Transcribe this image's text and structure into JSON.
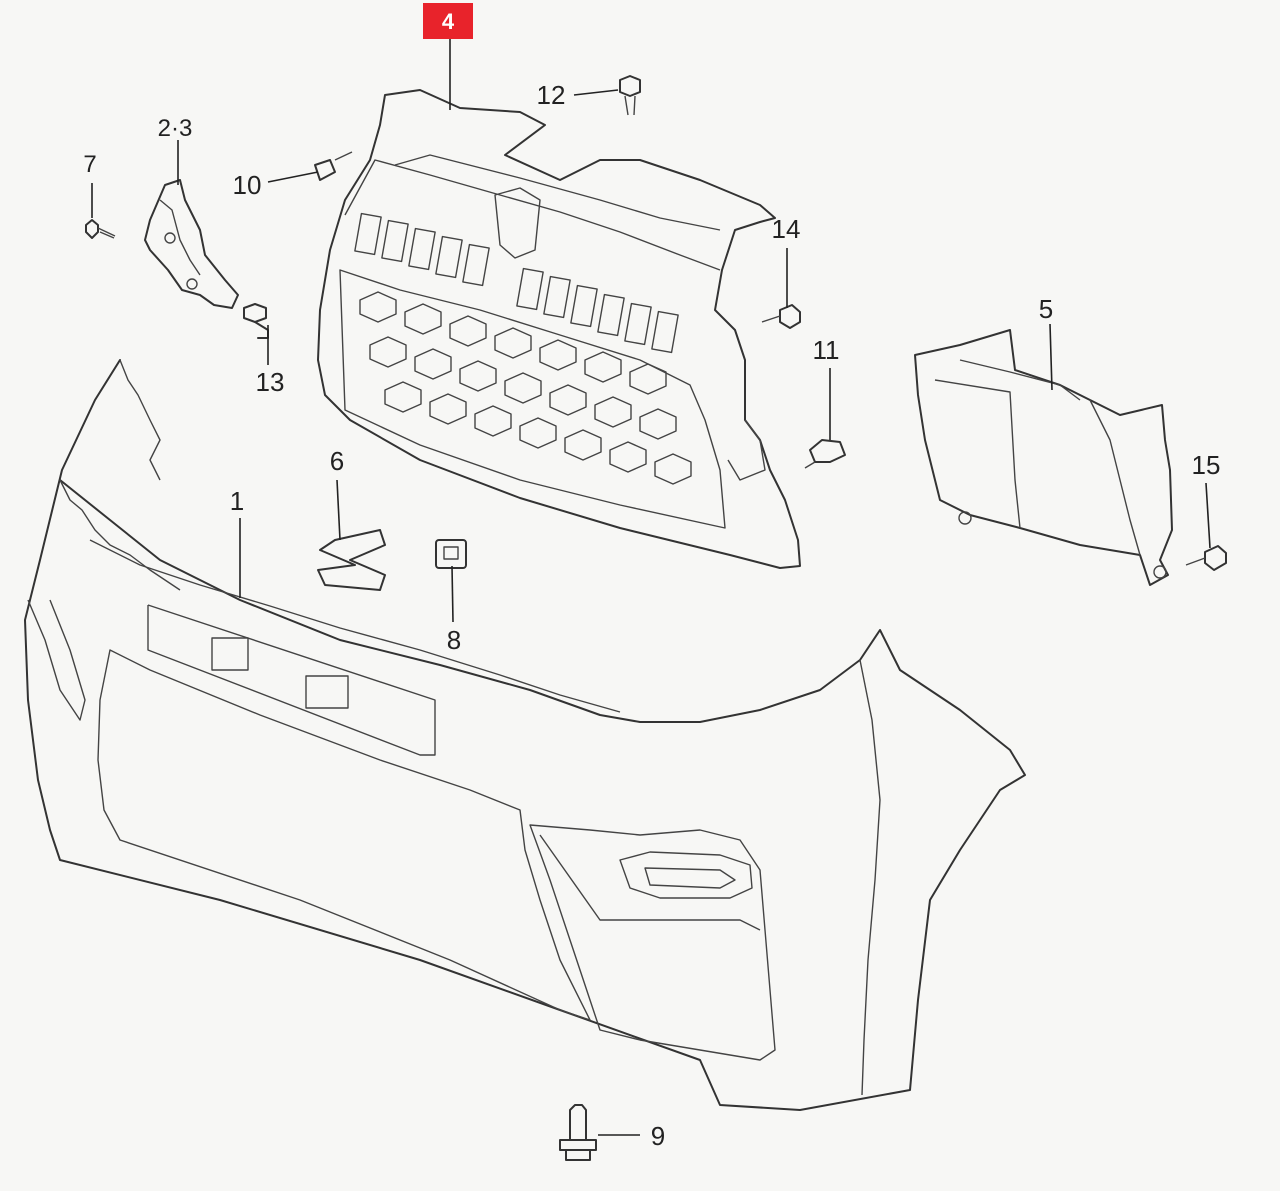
{
  "highlighted_part": {
    "label": "4",
    "color": "#e8232b"
  },
  "callouts": {
    "p1": "1",
    "p2_3": "2·3",
    "p5": "5",
    "p6": "6",
    "p7": "7",
    "p8": "8",
    "p9": "9",
    "p10": "10",
    "p11": "11",
    "p12": "12",
    "p13": "13",
    "p14": "14",
    "p15": "15"
  }
}
